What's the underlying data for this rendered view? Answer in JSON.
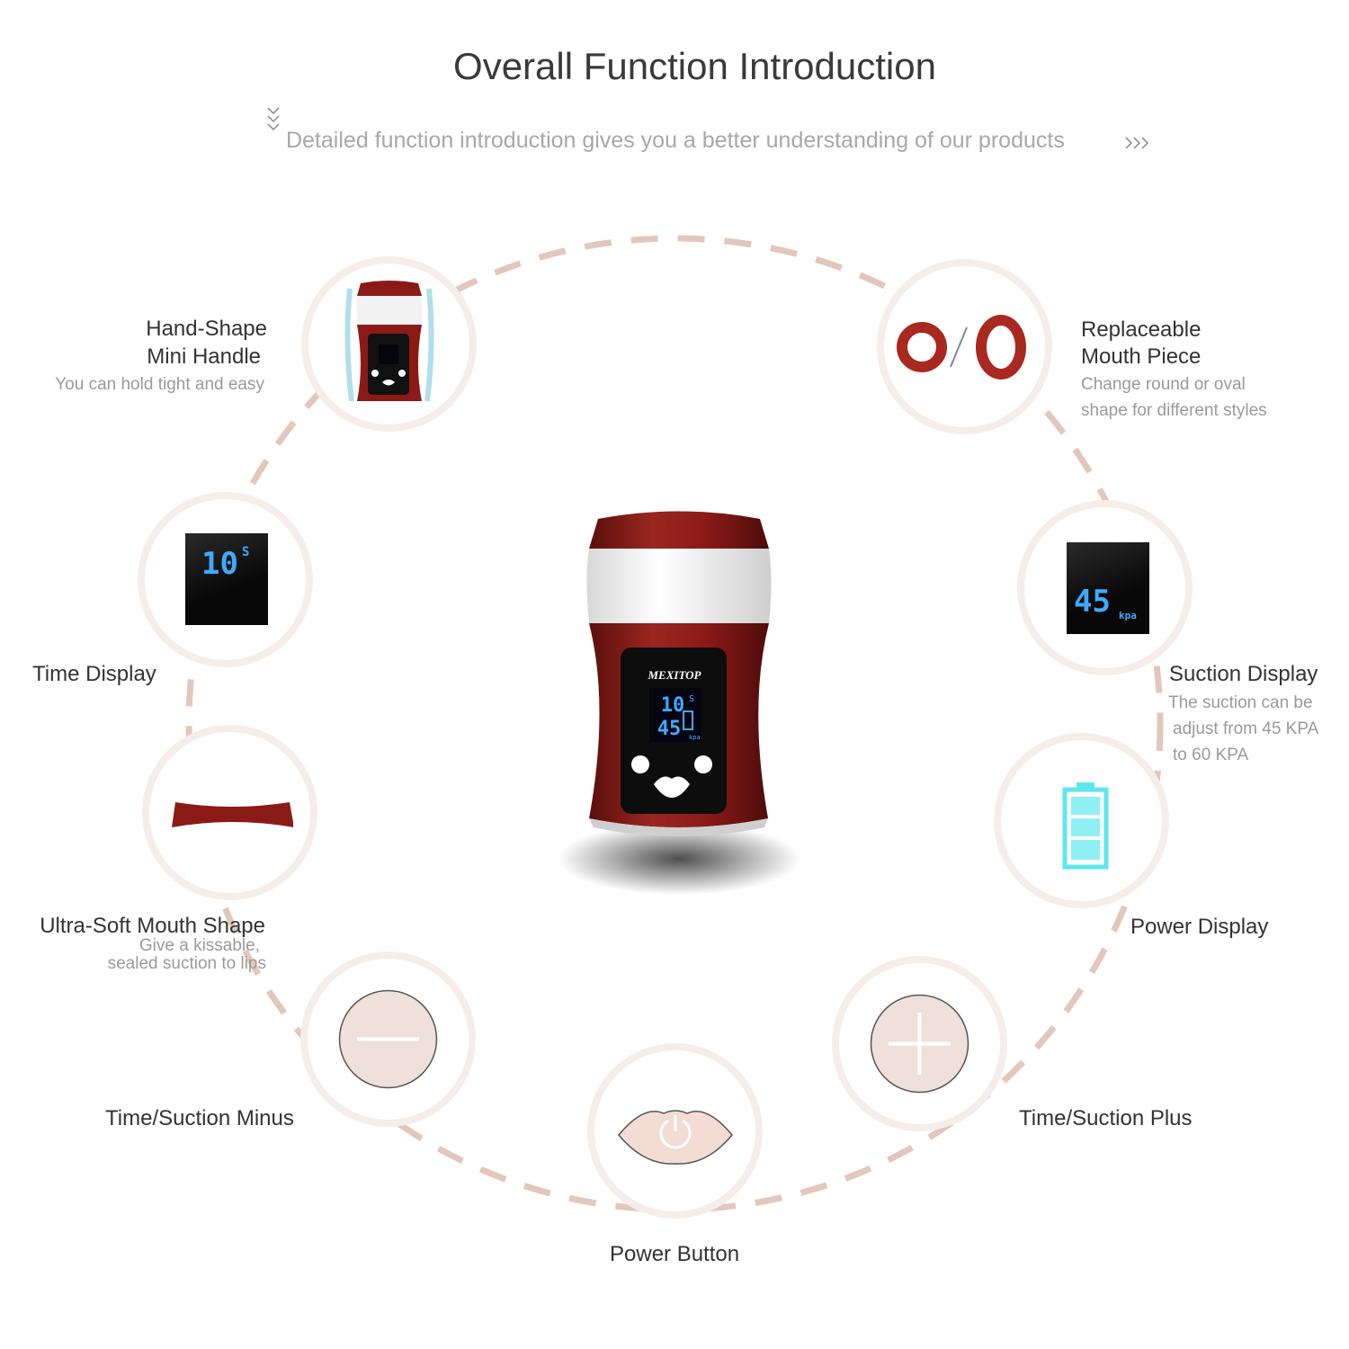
{
  "header": {
    "title": "Overall Function Introduction",
    "subtitle": "Detailed function introduction gives you a better understanding of our products"
  },
  "colors": {
    "accent": "#8b1a17",
    "ring": "#e2c7bd",
    "circle_border": "#f4ede9",
    "led": "#3fa9ff"
  },
  "features": {
    "hand_shape": {
      "title_line1": "Hand-Shape",
      "title_line2": "Mini Handle",
      "desc": "You can hold tight and easy"
    },
    "mouth_piece": {
      "title_line1": "Replaceable",
      "title_line2": "Mouth Piece",
      "desc_line1": "Change round or oval",
      "desc_line2": "shape for different styles"
    },
    "time_display": {
      "title": "Time Display",
      "screen_value": "10",
      "screen_unit": "S"
    },
    "suction_display": {
      "title": "Suction Display",
      "desc_line1": "The suction can be",
      "desc_line2": "adjust from 45 KPA",
      "desc_line3": "to 60 KPA",
      "screen_value": "45",
      "screen_unit": "kpa"
    },
    "mouth_shape": {
      "title": "Ultra-Soft Mouth Shape",
      "desc_line1": "Give a kissable,",
      "desc_line2": "sealed suction to lips"
    },
    "power_display": {
      "title": "Power Display"
    },
    "minus": {
      "title": "Time/Suction Minus"
    },
    "plus": {
      "title": "Time/Suction Plus"
    },
    "power_button": {
      "title": "Power Button"
    }
  },
  "device": {
    "brand": "MEXITOP",
    "time_value": "10",
    "time_unit": "S",
    "suction_value": "45",
    "suction_unit": "kpa"
  }
}
